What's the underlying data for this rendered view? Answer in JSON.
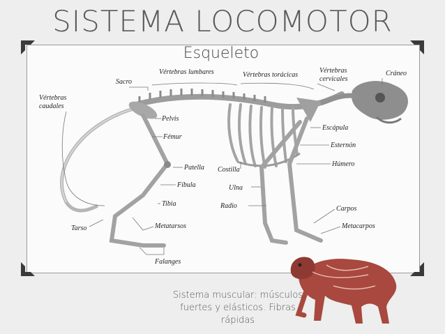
{
  "header": {
    "title": "SISTEMA LOCOMOTOR",
    "subtitle": "Esqueleto"
  },
  "labels": {
    "sacro": "Sacro",
    "vertebras_lumbares": "Vértebras lumbares",
    "vertebras_toracicas": "Vértebras torácicas",
    "vertebras_cervicales_1": "Vértebras",
    "vertebras_cervicales_2": "cervicales",
    "craneo": "Cráneo",
    "vertebras_caudales_1": "Vértebras",
    "vertebras_caudales_2": "caudales",
    "pelvis": "Pelvis",
    "femur": "Fémur",
    "escapula": "Escápula",
    "esternon": "Esternón",
    "humero": "Húmero",
    "patella": "Patella",
    "costilla": "Costilla",
    "fibula": "Fíbula",
    "ulna": "Ulna",
    "tibia": "Tibia",
    "radio": "Radio",
    "carpos": "Carpos",
    "metacarpos": "Metacarpos",
    "metatarsos": "Metatarsos",
    "tarso": "Tarso",
    "falanges": "Falanges"
  },
  "caption": {
    "line1": "Sistema muscular: músculos",
    "line2": "fuertes y elásticos. Fibras rápidas"
  },
  "colors": {
    "title": "#5a5a5a",
    "frame_corner": "#3a3a3a",
    "muscle": "#a8483e"
  }
}
